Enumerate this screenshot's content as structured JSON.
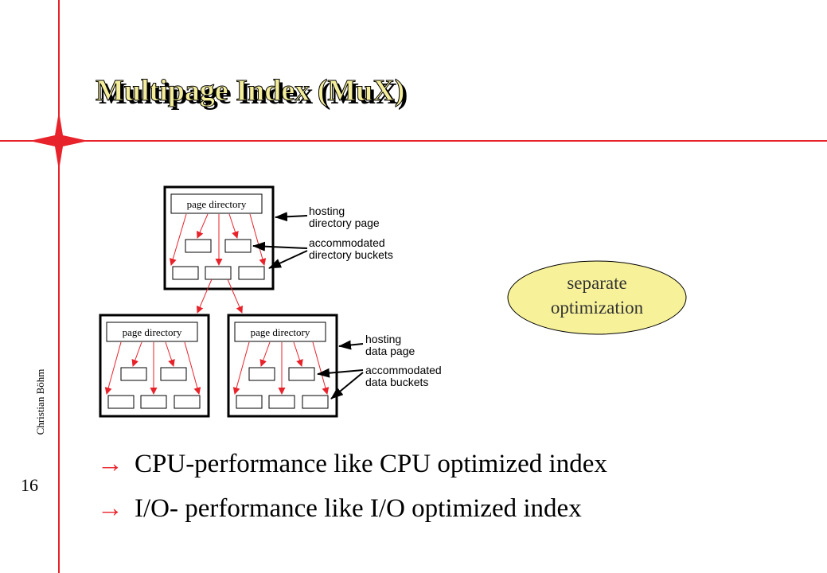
{
  "slide": {
    "title": "Multipage Index (MuX)",
    "author": "Christian Böhm",
    "page_number": "16"
  },
  "colors": {
    "accent_red": "#e8222a",
    "title_fill": "#f4ee9a",
    "ellipse_fill": "#f7f29a"
  },
  "diagram": {
    "box_label": "page directory",
    "annotations": {
      "hosting_dir_1": "hosting",
      "hosting_dir_2": "directory  page",
      "acc_dir_1": "accommodated",
      "acc_dir_2": "directory  buckets",
      "hosting_data_1": "hosting",
      "hosting_data_2": "data page",
      "acc_data_1": "accommodated",
      "acc_data_2": "data buckets"
    }
  },
  "callout": {
    "line1": "separate",
    "line2": "optimization"
  },
  "bullets": [
    {
      "icon": "right-arrow-icon",
      "symbol": "→",
      "text": "CPU-performance  like CPU optimized index"
    },
    {
      "icon": "right-arrow-icon",
      "symbol": "→",
      "text": "I/O- performance  like I/O optimized index"
    }
  ]
}
